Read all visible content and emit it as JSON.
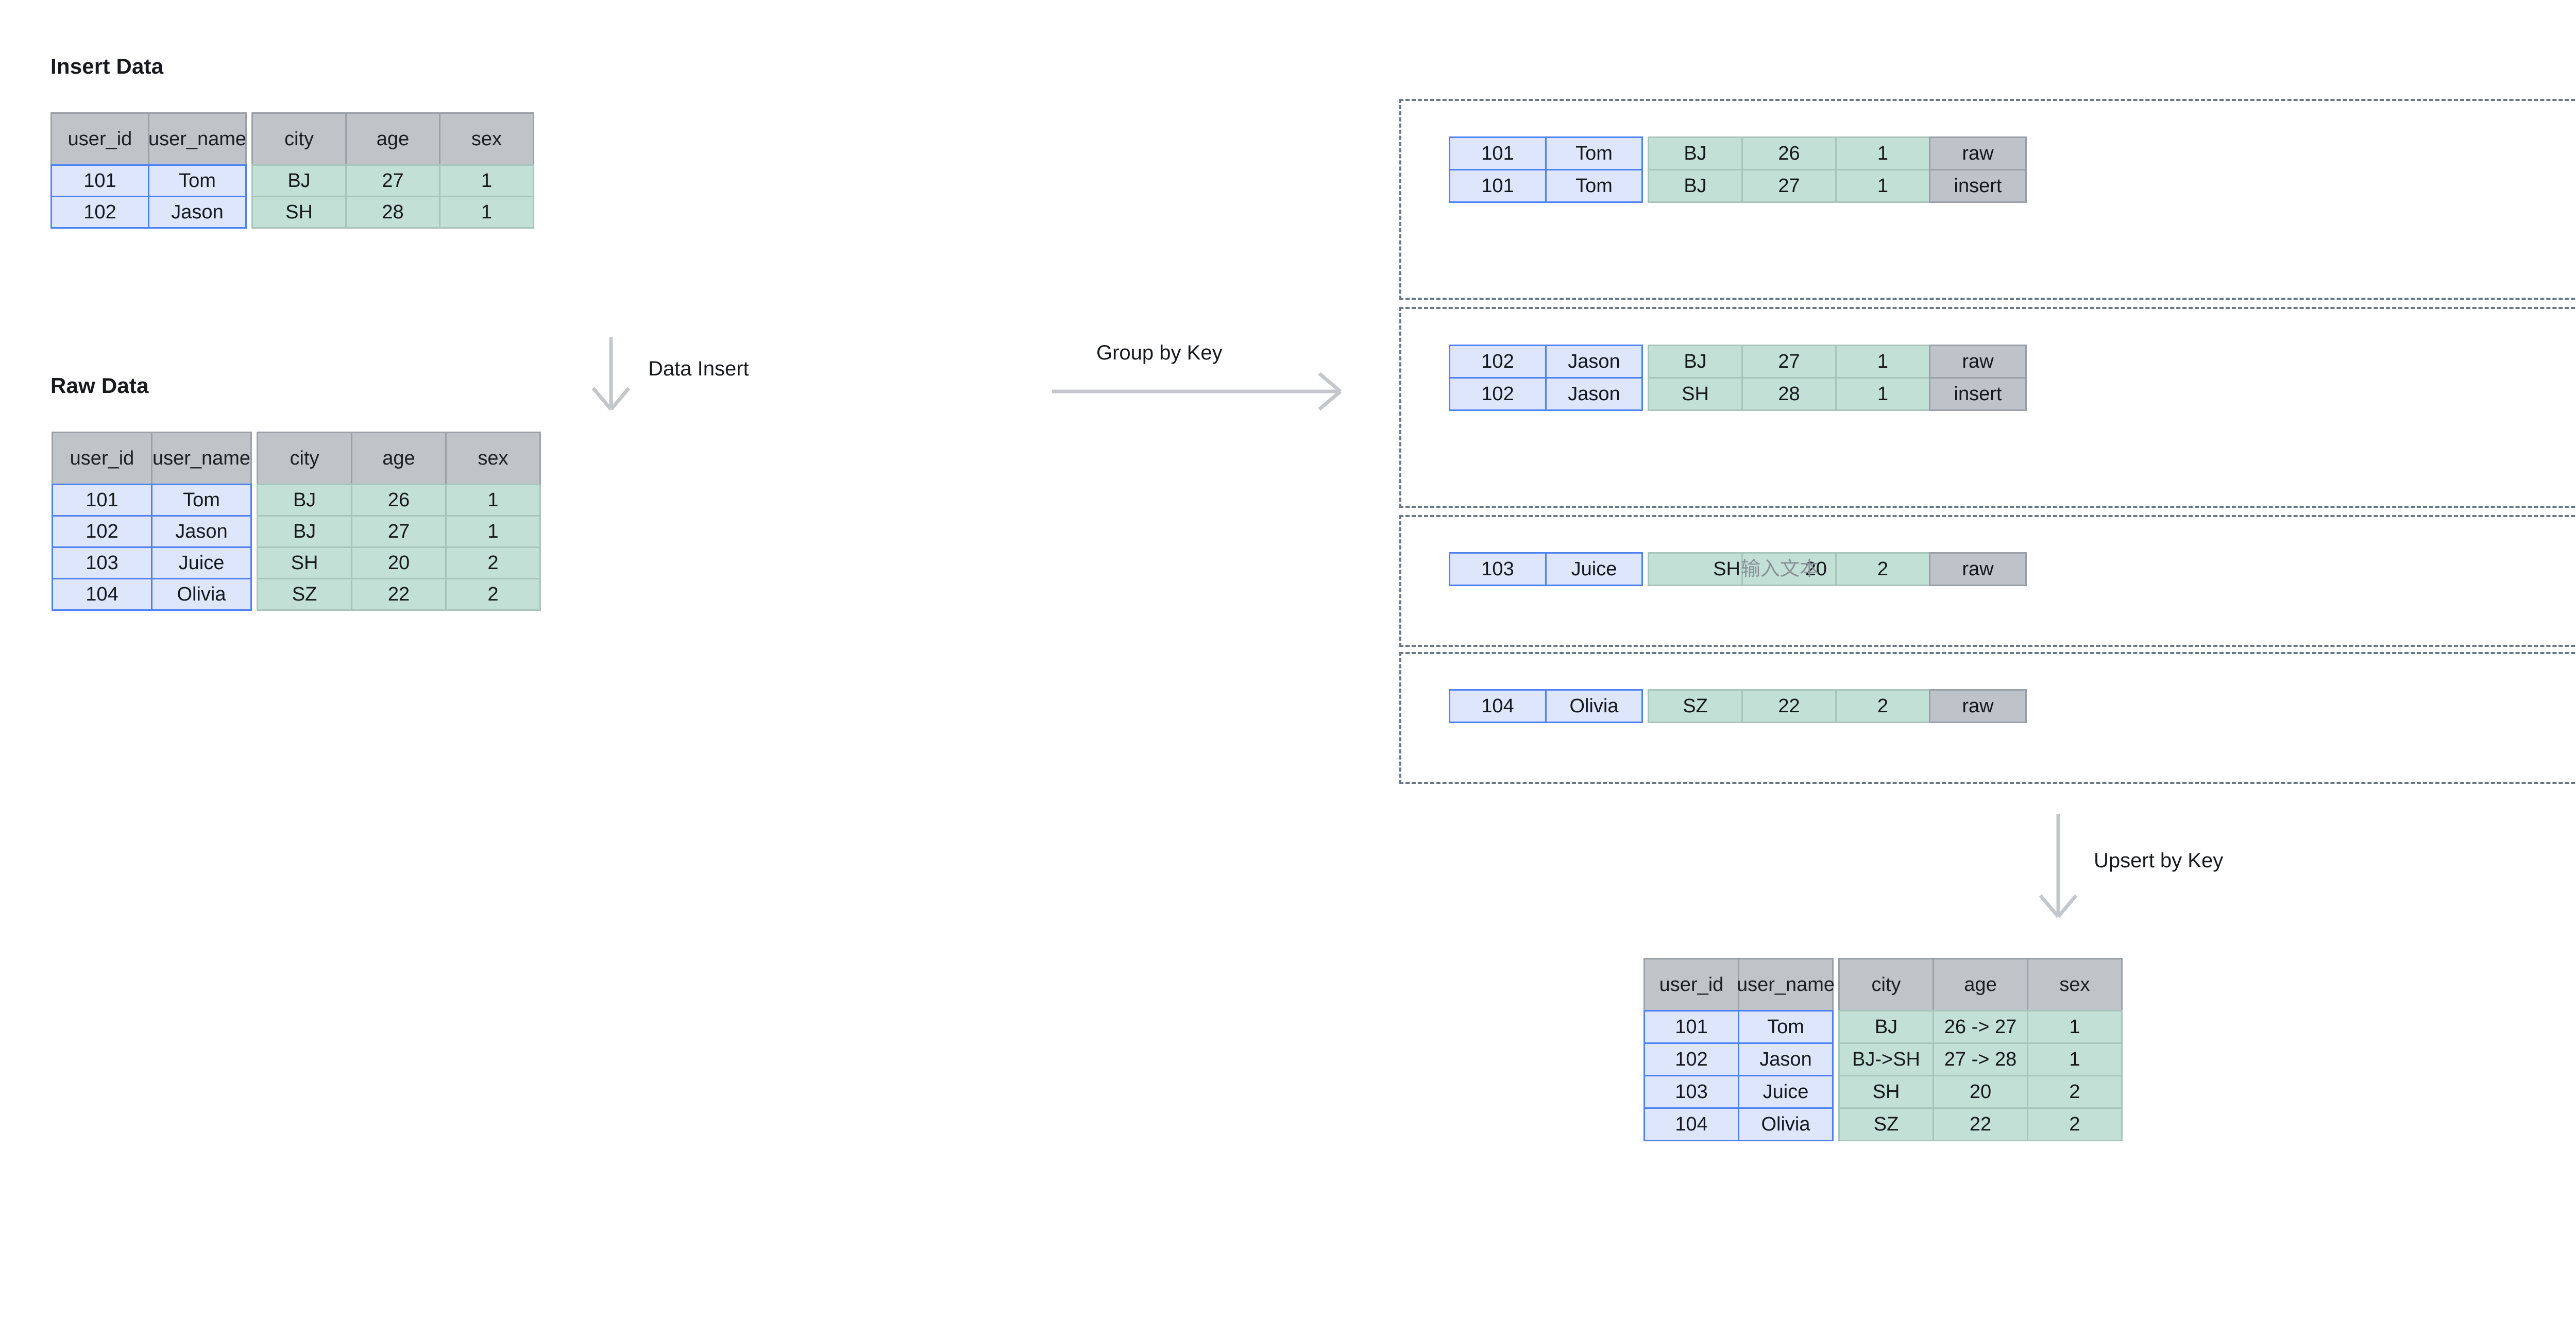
{
  "sections": {
    "insert_data_title": "Insert Data",
    "raw_data_title": "Raw Data"
  },
  "arrows": {
    "data_insert": "Data Insert",
    "group_by_key": "Group by Key",
    "upsert_by_key": "Upsert by Key"
  },
  "columns": {
    "user_id": "user_id",
    "user_name": "user_name",
    "city": "city",
    "age": "age",
    "sex": "sex"
  },
  "insert_table": {
    "headers": [
      "user_id",
      "user_name",
      "city",
      "age",
      "sex"
    ],
    "rows": [
      {
        "user_id": "101",
        "user_name": "Tom",
        "city": "BJ",
        "age": "27",
        "sex": "1"
      },
      {
        "user_id": "102",
        "user_name": "Jason",
        "city": "SH",
        "age": "28",
        "sex": "1"
      }
    ]
  },
  "raw_table": {
    "headers": [
      "user_id",
      "user_name",
      "city",
      "age",
      "sex"
    ],
    "rows": [
      {
        "user_id": "101",
        "user_name": "Tom",
        "city": "BJ",
        "age": "26",
        "sex": "1"
      },
      {
        "user_id": "102",
        "user_name": "Jason",
        "city": "BJ",
        "age": "27",
        "sex": "1"
      },
      {
        "user_id": "103",
        "user_name": "Juice",
        "city": "SH",
        "age": "20",
        "sex": "2"
      },
      {
        "user_id": "104",
        "user_name": "Olivia",
        "city": "SZ",
        "age": "22",
        "sex": "2"
      }
    ]
  },
  "groups": [
    {
      "rows": [
        {
          "user_id": "101",
          "user_name": "Tom",
          "city": "BJ",
          "age": "26",
          "sex": "1",
          "status": "raw"
        },
        {
          "user_id": "101",
          "user_name": "Tom",
          "city": "BJ",
          "age": "27",
          "sex": "1",
          "status": "insert"
        }
      ]
    },
    {
      "rows": [
        {
          "user_id": "102",
          "user_name": "Jason",
          "city": "BJ",
          "age": "27",
          "sex": "1",
          "status": "raw"
        },
        {
          "user_id": "102",
          "user_name": "Jason",
          "city": "SH",
          "age": "28",
          "sex": "1",
          "status": "insert"
        }
      ]
    },
    {
      "rows": [
        {
          "user_id": "103",
          "user_name": "Juice",
          "city": "SH",
          "city_placeholder": "输入文本",
          "age": "20",
          "sex": "2",
          "status": "raw"
        }
      ]
    },
    {
      "rows": [
        {
          "user_id": "104",
          "user_name": "Olivia",
          "city": "SZ",
          "age": "22",
          "sex": "2",
          "status": "raw"
        }
      ]
    }
  ],
  "result_table": {
    "headers": [
      "user_id",
      "user_name",
      "city",
      "age",
      "sex"
    ],
    "rows": [
      {
        "user_id": "101",
        "user_name": "Tom",
        "city": "BJ",
        "age": "26 -> 27",
        "sex": "1"
      },
      {
        "user_id": "102",
        "user_name": "Jason",
        "city": "BJ->SH",
        "age": "27 -> 28",
        "sex": "1"
      },
      {
        "user_id": "103",
        "user_name": "Juice",
        "city": "SH",
        "age": "20",
        "sex": "2"
      },
      {
        "user_id": "104",
        "user_name": "Olivia",
        "city": "SZ",
        "age": "22",
        "sex": "2"
      }
    ]
  },
  "colors": {
    "key_fill": "#dde6fb",
    "key_border": "#4d82f5",
    "value_fill": "#c3e0d6",
    "value_border": "#a8c5bc",
    "header_fill": "#c0c4c9",
    "header_border": "#9ba1a8",
    "status_fill": "#bec3c9",
    "status_border": "#9aa0a8",
    "dash_border": "#6b7785",
    "arrow": "#c3c7cc"
  }
}
